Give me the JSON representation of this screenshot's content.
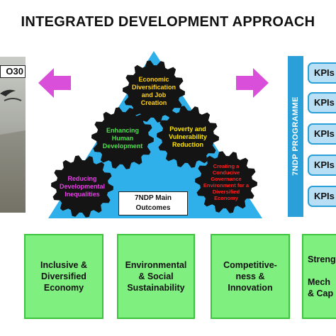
{
  "title": "INTEGRATED DEVELOPMENT APPROACH",
  "vision_label": "O30",
  "gears": [
    {
      "text": "Economic Diversification and Job Creation",
      "color": "#ffd21a"
    },
    {
      "text": "Enhancing Human Development",
      "color": "#4fe04f"
    },
    {
      "text": "Poverty and Vulnerability Reduction",
      "color": "#ffe600"
    },
    {
      "text": "Reducing Developmental Inequalities",
      "color": "#e640e6"
    },
    {
      "text": "Creating a Conducive Governance Environment for a Diversified Economy",
      "color": "#ff2020"
    }
  ],
  "main_outcomes_label": "7NDP Main Outcomes",
  "programme_label": "7NDP PROGRAMME",
  "kpi_label": "KPIs",
  "kpi_boxes": [
    "KPIs",
    "KPIs",
    "KPIs",
    "KPIs",
    "KPIs"
  ],
  "outcomes": [
    {
      "text": "Inclusive &\nDiversified\nEconomy"
    },
    {
      "text": "Environmental\n& Social\nSustainability"
    },
    {
      "text": "Competitive-\nness &\nInnovation"
    },
    {
      "text": "Streng\n\nMech\n& Cap"
    }
  ],
  "colors": {
    "triangle": "#2fb0ea",
    "arrow": "#d94fd9",
    "gear": "#141414",
    "programme": "#2a9fd8",
    "kpi_fill": "#b9dff4",
    "outcome_fill": "#7ff07f"
  }
}
